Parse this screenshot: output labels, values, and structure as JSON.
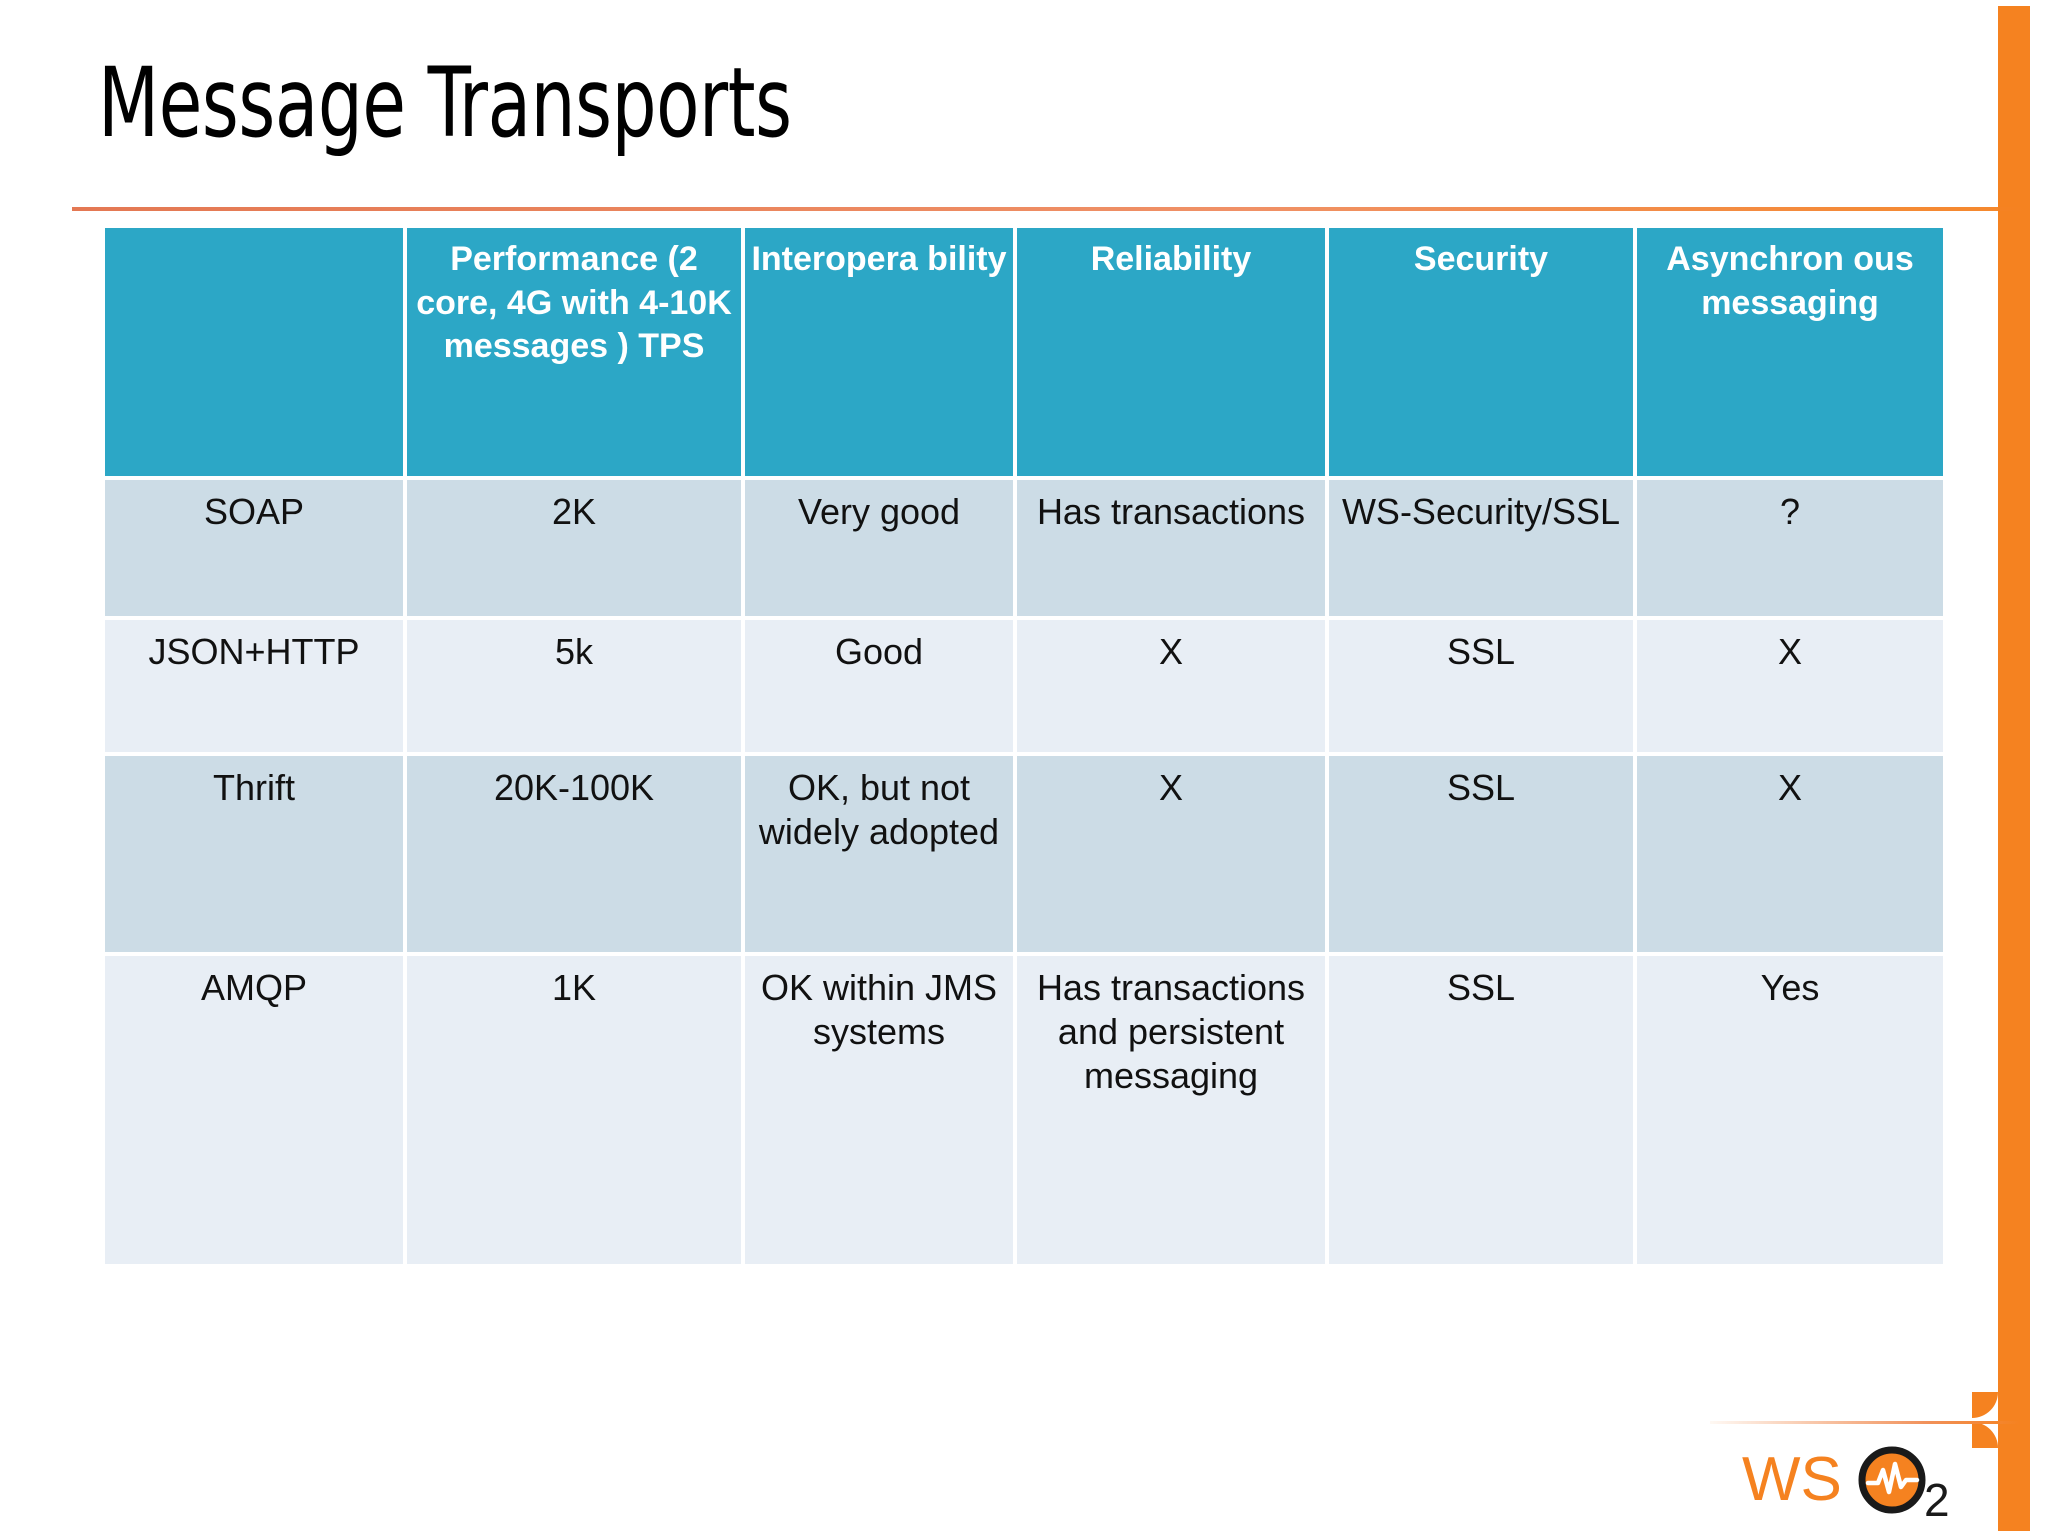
{
  "slide": {
    "title": "Message Transports",
    "brand": {
      "logo_text_ws": "WS",
      "logo_text_sub": "2",
      "accent_orange": "#f58220",
      "accent_teal": "#2ca7c6"
    }
  },
  "table": {
    "headers": [
      "",
      "Performance (2 core, 4G with 4-10K messages ) TPS",
      "Interopera bility",
      "Reliability",
      "Security",
      "Asynchron ous messaging"
    ],
    "rows": [
      {
        "name": "SOAP",
        "performance": "2K",
        "interoperability": "Very good",
        "reliability": "Has transactions",
        "security": "WS-Security/SSL",
        "async": "?"
      },
      {
        "name": "JSON+HTTP",
        "performance": "5k",
        "interoperability": "Good",
        "reliability": "X",
        "security": "SSL",
        "async": "X"
      },
      {
        "name": "Thrift",
        "performance": "20K-100K",
        "interoperability": "OK, but not widely adopted",
        "reliability": "X",
        "security": "SSL",
        "async": "X"
      },
      {
        "name": "AMQP",
        "performance": "1K",
        "interoperability": "OK within JMS systems",
        "reliability": "Has transactions and persistent messaging",
        "security": "SSL",
        "async": "Yes"
      }
    ]
  }
}
